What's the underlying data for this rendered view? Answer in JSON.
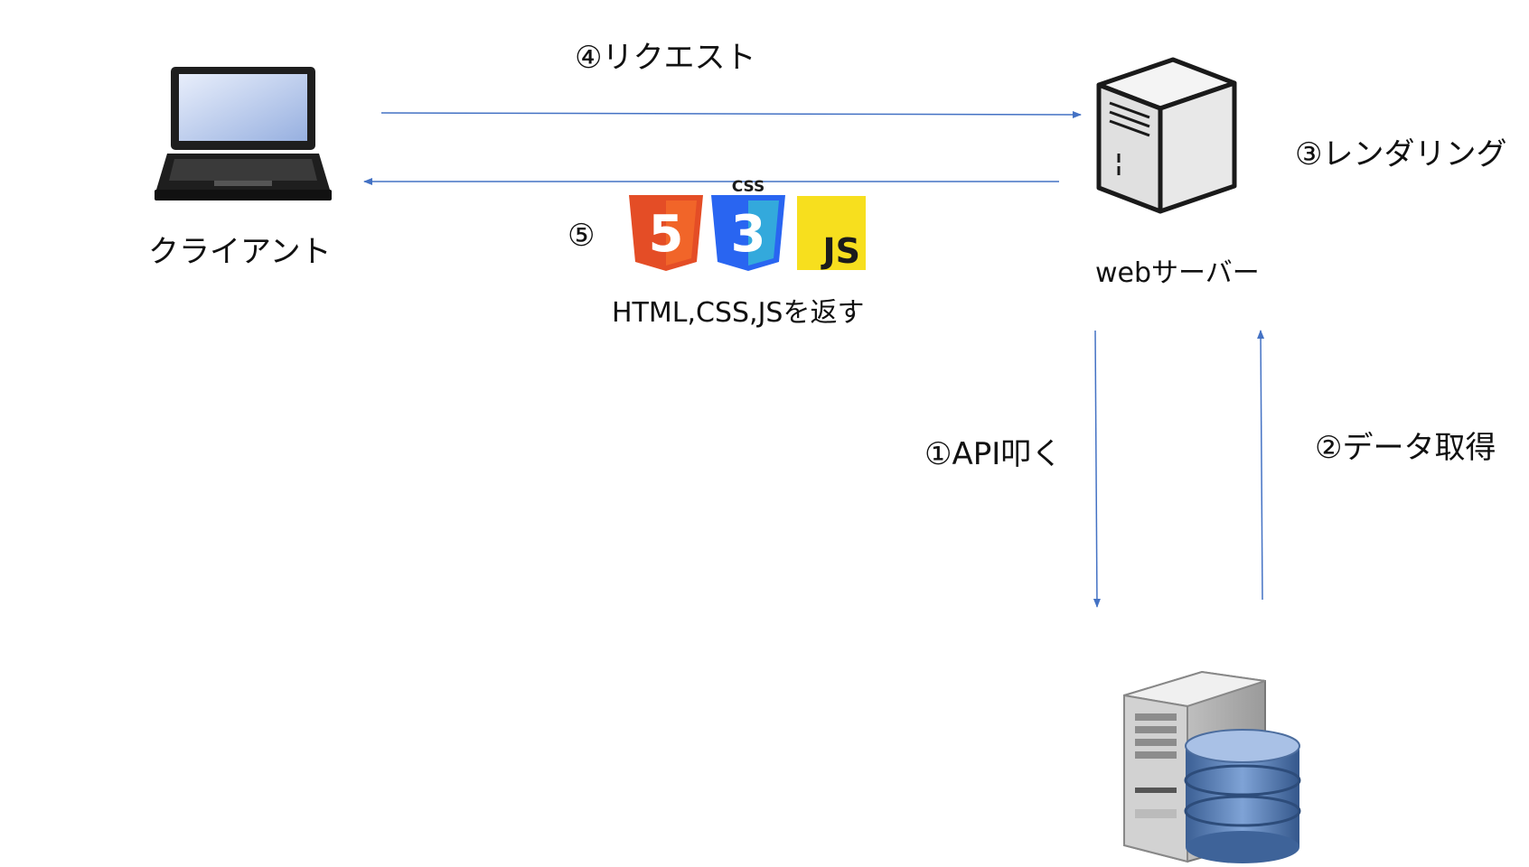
{
  "nodes": {
    "client": "クライアント",
    "web_server": "webサーバー",
    "database": ""
  },
  "steps": {
    "api_call": "①API叩く",
    "data_fetch": "②データ取得",
    "rendering": "③レンダリング",
    "request": "④リクエスト",
    "response_num": "⑤",
    "response_text": "HTML,CSS,JSを返す"
  },
  "badges": {
    "html": "5",
    "css_top": "CSS",
    "css": "3",
    "js": "JS"
  },
  "colors": {
    "arrow": "#4472c4",
    "html_orange": "#e44d26",
    "css_blue": "#2965f1",
    "js_yellow": "#f7df1e"
  }
}
